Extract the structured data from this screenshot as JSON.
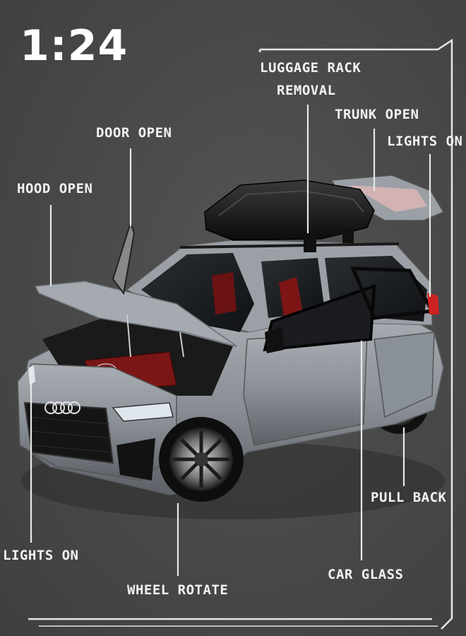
{
  "scale": "1:24",
  "callouts": {
    "luggage_rack_line1": "LUGGAGE RACK",
    "luggage_rack_line2": "REMOVAL",
    "trunk_open": "TRUNK OPEN",
    "lights_on_rear": "LIGHTS ON",
    "door_open": "DOOR OPEN",
    "hood_open": "HOOD OPEN",
    "pull_back": "PULL BACK",
    "lights_on_front": "LIGHTS ON",
    "car_glass": "CAR GLASS",
    "wheel_rotate": "WHEEL ROTATE"
  },
  "colors": {
    "background": "#4a4a4a",
    "car_body": "#8e949b",
    "accent_red": "#8b1a1a",
    "frame_line": "#e6e6e6"
  }
}
